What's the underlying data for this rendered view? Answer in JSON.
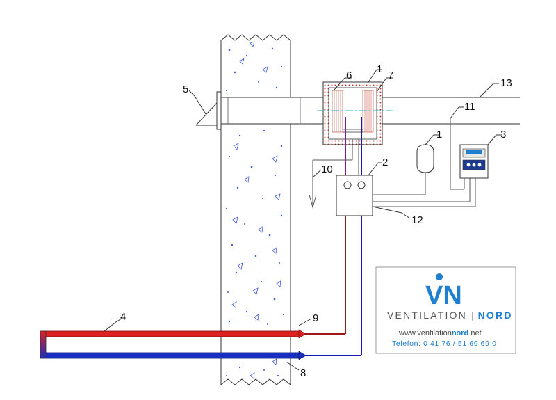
{
  "callouts": {
    "c1_top": "1",
    "c1_right": "1",
    "c2": "2",
    "c3": "3",
    "c4": "4",
    "c5": "5",
    "c6": "6",
    "c7": "7",
    "c8": "8",
    "c9": "9",
    "c10": "10",
    "c11": "11",
    "c12": "12",
    "c13": "13"
  },
  "logo": {
    "mark": "VN",
    "brand_left": "VENTILATION",
    "brand_sep": "|",
    "brand_right": "NORD",
    "web_prefix": "www.ventilation",
    "web_bold": "nord",
    "web_suffix": ".net",
    "phone": "Telefon: 0 41 76 / 51 69 69 0"
  },
  "colors": {
    "hot_pipe": "#cc2222",
    "cold_pipe": "#1a2fc0",
    "supply_line": "#9a1a1a",
    "return_line": "#1a1ab0",
    "brand_blue": "#1e7fd0",
    "insulation": "#c0392b"
  }
}
